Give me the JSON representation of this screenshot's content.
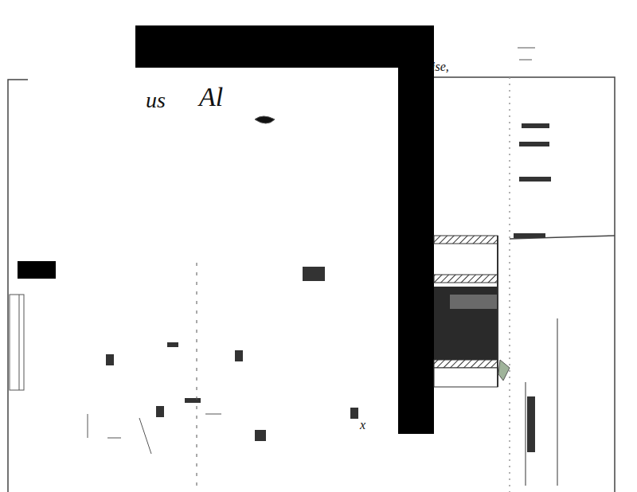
{
  "diagram": {
    "labels": [
      "us",
      "Al",
      "ise,",
      "x"
    ]
  }
}
